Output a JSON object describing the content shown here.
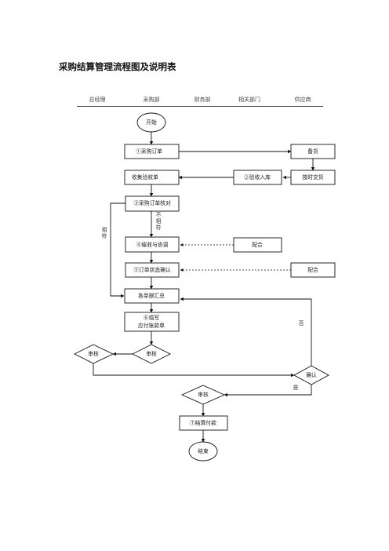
{
  "title": "采购结算管理流程图及说明表",
  "lanes": [
    "总经理",
    "采购部",
    "财务部",
    "相关部门",
    "供应商"
  ],
  "nodes": {
    "start": "开始",
    "purchase_order": "①采购订单",
    "prepare_goods": "备货",
    "collect_receipts": "收集验收单",
    "acceptance_storage": "②验收入库",
    "timely_delivery": "按时交货",
    "order_check": "③采购订单核对",
    "urge_coordinate": "④催收与协调",
    "cooperate_1": "配合",
    "status_confirm": "⑤订单状态确认",
    "cooperate_2": "配合",
    "summary": "各单据汇总",
    "payable_line1": "⑥填写",
    "payable_line2": "应付账款单",
    "review_gm": "审核",
    "review_purchase": "审核",
    "confirm": "确认",
    "review_finance": "审核",
    "settle_pay": "⑦结算付款",
    "end": "结束"
  },
  "labels": {
    "mismatch": [
      "不",
      "相",
      "符"
    ],
    "match": [
      "相",
      "符"
    ],
    "no": "否",
    "yes": "是"
  }
}
